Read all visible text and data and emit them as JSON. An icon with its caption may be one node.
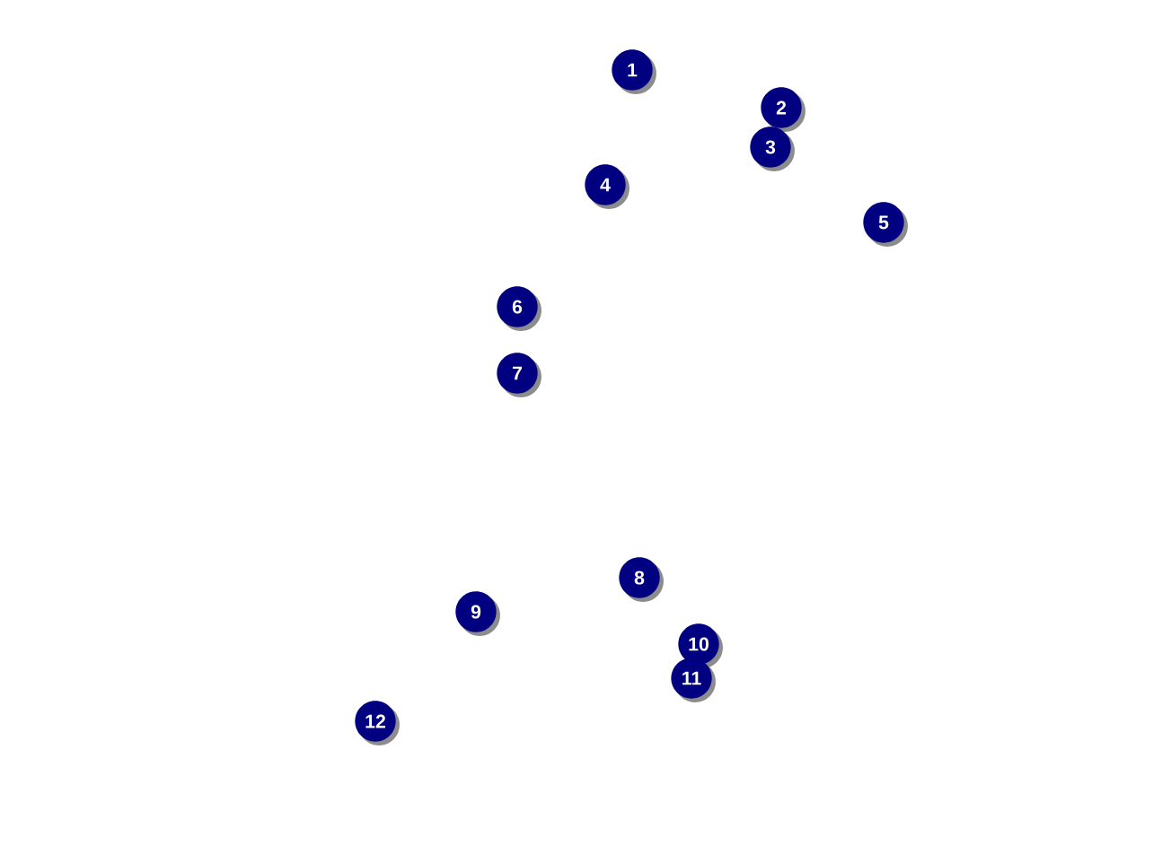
{
  "diagram": {
    "nodes": [
      {
        "text": [
          "1"
        ]
      },
      {
        "text": [
          "2"
        ]
      },
      {
        "text": [
          "3"
        ]
      },
      {
        "text": [
          "4"
        ]
      },
      {
        "text": [
          "5"
        ]
      },
      {
        "text": [
          "6"
        ]
      },
      {
        "text": [
          "7"
        ]
      },
      {
        "text": [
          "8"
        ]
      },
      {
        "text": [
          "9"
        ]
      },
      {
        "text": [
          "10"
        ]
      },
      {
        "text": [
          "11"
        ]
      },
      {
        "text": [
          "12"
        ]
      }
    ]
  }
}
